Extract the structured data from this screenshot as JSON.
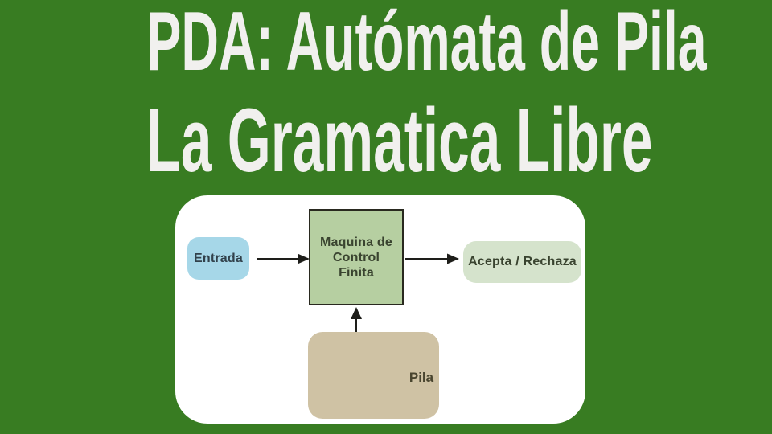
{
  "title": {
    "line1": "PDA: Autómata de Pila",
    "line2": "La Gramatica Libre"
  },
  "diagram": {
    "entrada": {
      "label": "Entrada"
    },
    "control": {
      "lines": [
        "Maquina de",
        "Control",
        "Finita"
      ]
    },
    "acepta": {
      "label": "Acepta / Rechaza"
    },
    "pila": {
      "label": "Pila"
    }
  },
  "colors": {
    "background_green": "#387c22",
    "title_text": "#f1f0ee",
    "card_white": "#ffffff",
    "entrada_fill": "#a6d7e8",
    "control_fill": "#b6cfa1",
    "control_border": "#29291f",
    "acepta_fill": "#d5e3cc",
    "pila_fill": "#cfc2a4",
    "line_dark": "#1e1e1a",
    "stack_line": "#3f3a26"
  }
}
